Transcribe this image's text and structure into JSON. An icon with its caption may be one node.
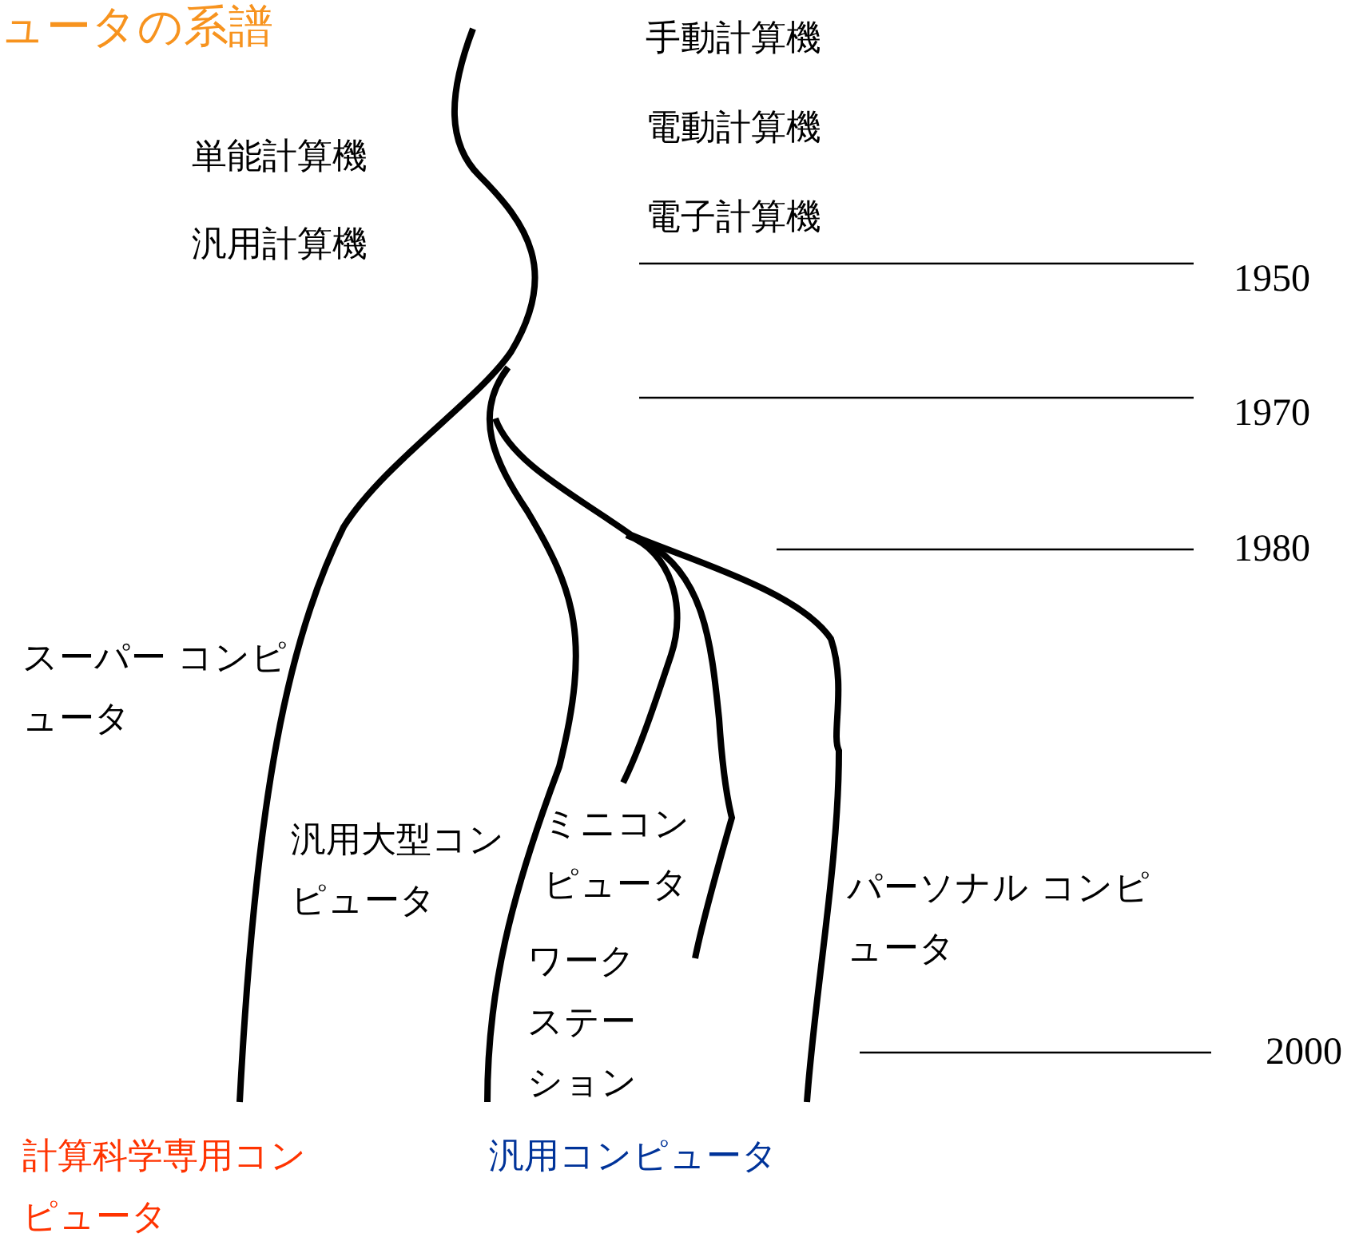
{
  "diagram": {
    "title": "ュータの系譜",
    "labels": [
      "手動計算機",
      "単能計算機",
      "電動計算機",
      "汎用計算機",
      "電子計算機",
      "1950",
      "1970",
      "1980",
      "スーパー コンピュータ",
      "汎用大型コンピュータ",
      "ミニコンピュータ",
      "パーソナル コンピュータ",
      "ワークステーション",
      "2000",
      "計算科学専用コンピュータ",
      "汎用コンピュータ"
    ]
  }
}
